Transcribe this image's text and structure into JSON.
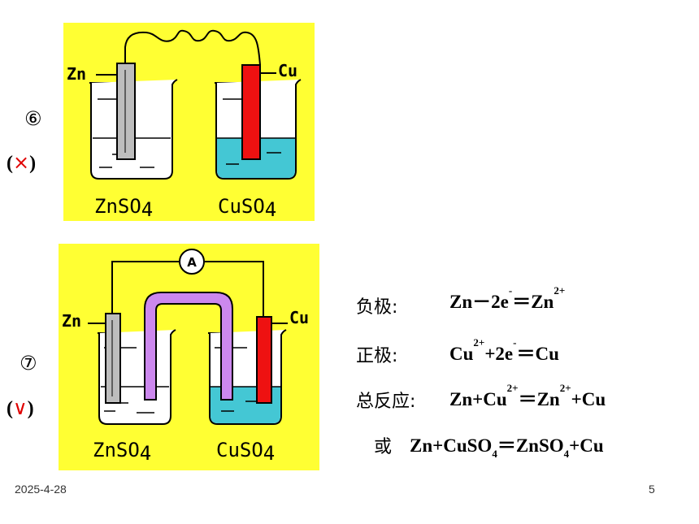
{
  "slide": {
    "date": "2025-4-28",
    "page_number": "5"
  },
  "item6": {
    "number": "⑥",
    "paren_open": "(",
    "symbol": "×",
    "paren_close": ")",
    "diagram": {
      "left_electrode": "Zn",
      "right_electrode": "Cu",
      "left_solution": "ZnSO",
      "left_solution_sub": "4",
      "right_solution": "CuSO",
      "right_solution_sub": "4"
    }
  },
  "item7": {
    "number": "⑦",
    "paren_open": "(",
    "symbol": "∨",
    "paren_close": ")",
    "diagram": {
      "meter": "A",
      "left_electrode": "Zn",
      "right_electrode": "Cu",
      "left_solution": "ZnSO",
      "left_solution_sub": "4",
      "right_solution": "CuSO",
      "right_solution_sub": "4"
    }
  },
  "equations": {
    "negative_label": "负极:",
    "negative": {
      "a": "Zn－2e",
      "a_sup": "-",
      "b": "＝Zn",
      "b_sup": "2+"
    },
    "positive_label": "正极:",
    "positive": {
      "a": "Cu",
      "a_sup": "2+",
      "b": "+2e",
      "b_sup": "-",
      "c": "＝Cu"
    },
    "overall_label": "总反应:",
    "overall": {
      "a": "Zn+Cu",
      "a_sup": "2+",
      "b": "＝Zn",
      "b_sup": "2+",
      "c": "+Cu"
    },
    "alt_label": "或",
    "alt": {
      "a": "Zn+CuSO",
      "a_sub": "4",
      "b": "＝ZnSO",
      "b_sub": "4",
      "c": "+Cu"
    }
  },
  "colors": {
    "panel_bg": "#ffff33",
    "zinc": "#bdbdbd",
    "copper": "#ee1111",
    "cuso4_solution": "#44c7d4",
    "salt_bridge": "#cc88ee",
    "wrong_mark": "#e00000"
  }
}
